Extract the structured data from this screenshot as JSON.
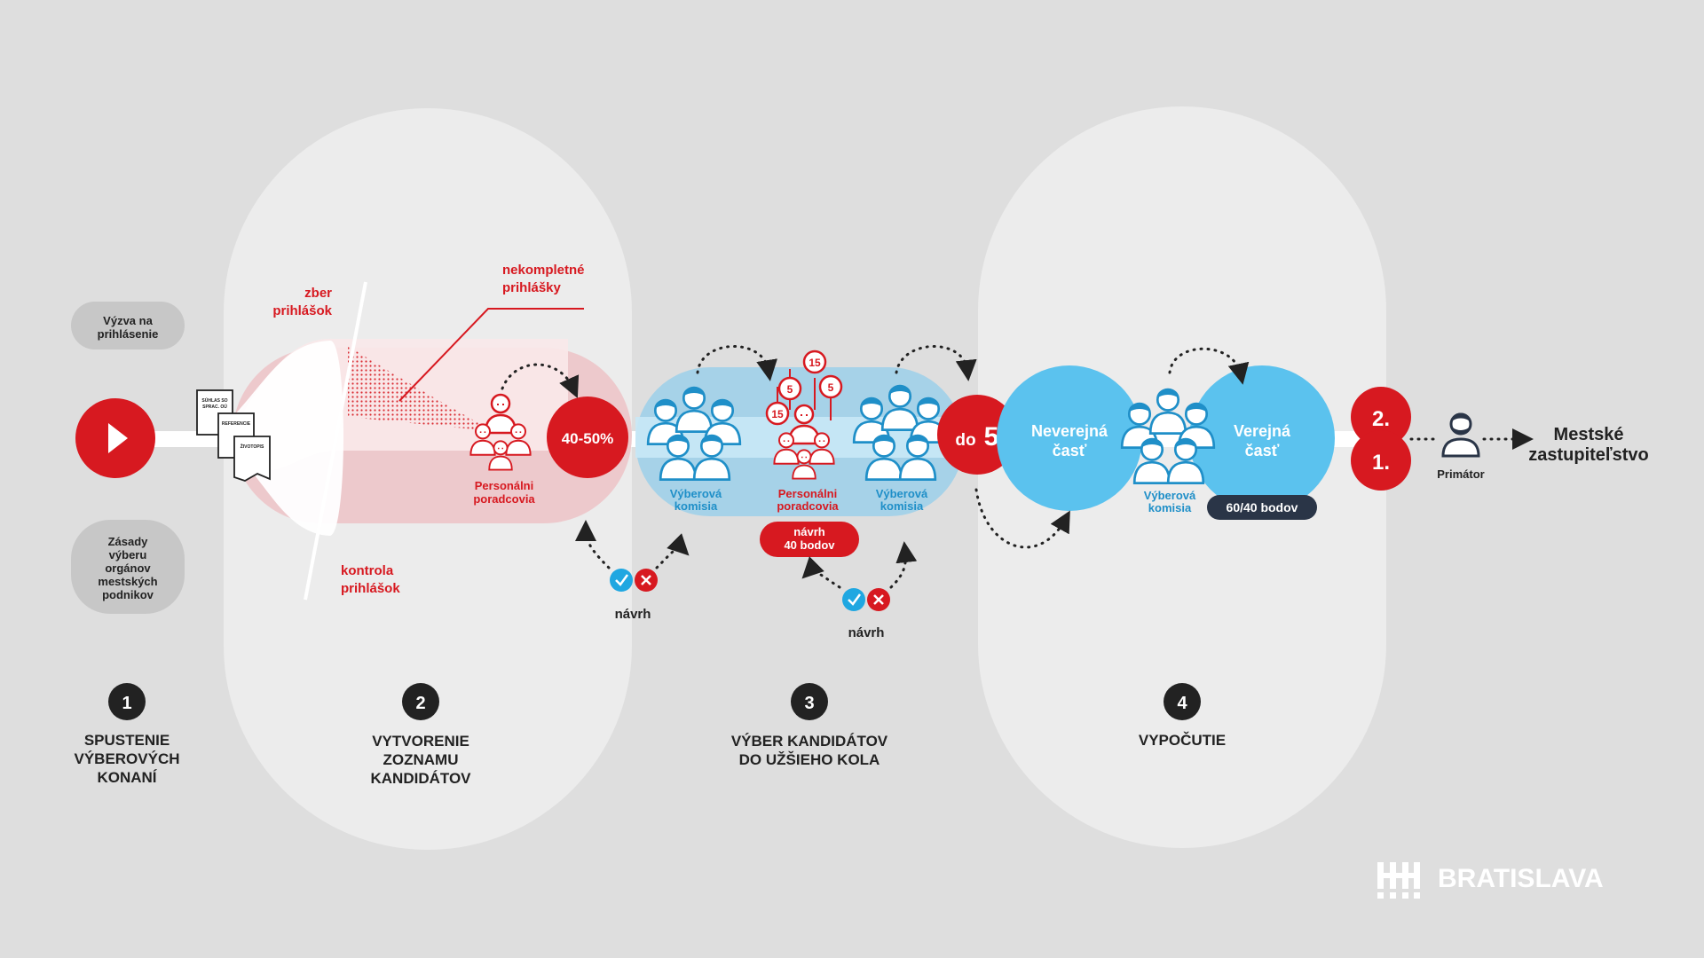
{
  "colors": {
    "background": "#dedede",
    "panel": "#ececec",
    "red": "#d71920",
    "blue": "#5bc2ee",
    "blue_dark": "#1f8fc8",
    "dark": "#222222",
    "navy": "#2a3547"
  },
  "left": {
    "call_label": [
      "Výzva na",
      "prihlásenie"
    ],
    "principles_label": [
      "Zásady",
      "výberu",
      "orgánov",
      "mestských",
      "podnikov"
    ],
    "documents": [
      [
        "SÚHLAS SO",
        "SPRAC. OÚ"
      ],
      [
        "REFERENCIE"
      ],
      [
        "ŽIVOTOPIS"
      ]
    ]
  },
  "funnel": {
    "collect_label": [
      "zber",
      "prihlášok"
    ],
    "incomplete_label": [
      "nekompletné",
      "prihlášky"
    ],
    "check_label": [
      "kontrola",
      "prihlášok"
    ],
    "advisors_label": [
      "Personálni",
      "poradcovia"
    ],
    "percent": "40-50%",
    "proposal_label": "návrh"
  },
  "shortlist": {
    "committee_label": [
      "Výberová",
      "komisia"
    ],
    "advisors_label": [
      "Personálni",
      "poradcovia"
    ],
    "scores": [
      "15",
      "5",
      "5",
      "15"
    ],
    "proposal_badge": [
      "návrh",
      "40 bodov"
    ],
    "proposal_label": "návrh",
    "limit_prefix": "do",
    "limit_number": "5"
  },
  "hearing": {
    "closed_part": [
      "Neverejná",
      "časť"
    ],
    "committee_label": [
      "Výberová",
      "komisia"
    ],
    "public_part": [
      "Verejná",
      "časť"
    ],
    "points_badge": "60/40 bodov"
  },
  "final": {
    "rank2": "2.",
    "rank1": "1.",
    "mayor_label": "Primátor",
    "council_label": [
      "Mestské",
      "zastupiteľstvo"
    ]
  },
  "steps": [
    {
      "number": "1",
      "lines": [
        "SPUSTENIE",
        "VÝBEROVÝCH",
        "KONANÍ"
      ]
    },
    {
      "number": "2",
      "lines": [
        "VYTVORENIE",
        "ZOZNAMU",
        "KANDIDÁTOV"
      ]
    },
    {
      "number": "3",
      "lines": [
        "VÝBER KANDIDÁTOV",
        "DO UŽŠIEHO KOLA"
      ]
    },
    {
      "number": "4",
      "lines": [
        "VYPOČUTIE"
      ]
    }
  ],
  "brand": "BRATISLAVA"
}
